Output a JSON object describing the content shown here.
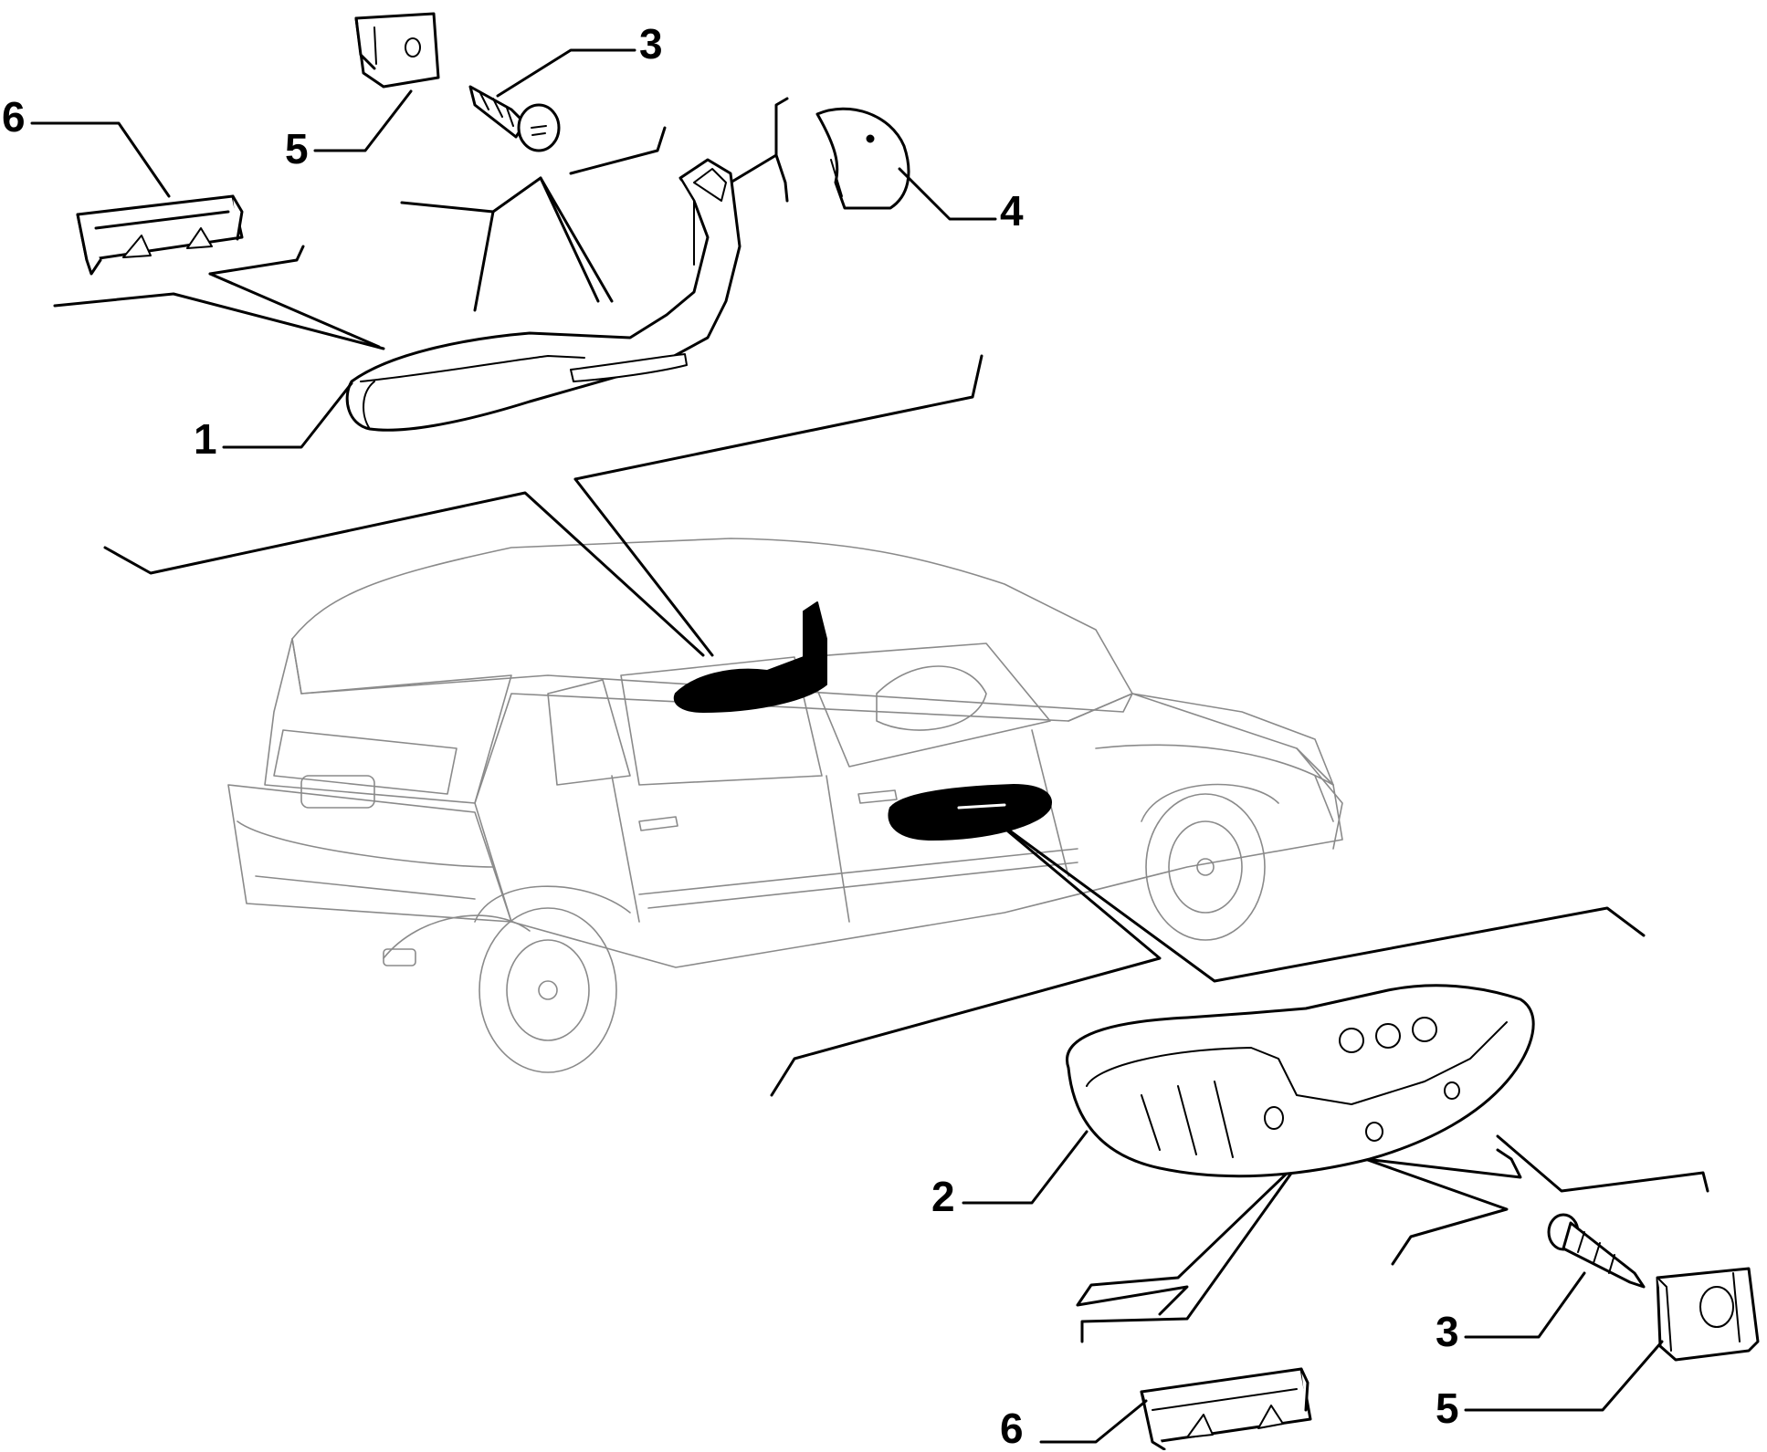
{
  "diagram": {
    "callouts": {
      "top_armrest": "1",
      "bottom_armrest": "2",
      "top_screw": "3",
      "top_cap": "4",
      "top_clip": "5",
      "top_bracket": "6",
      "bottom_screw": "3",
      "bottom_clip": "5",
      "bottom_bracket": "6"
    },
    "colors": {
      "line": "#000000",
      "car_outline": "#8a8a8a",
      "highlight": "#000000",
      "background": "#ffffff"
    }
  }
}
